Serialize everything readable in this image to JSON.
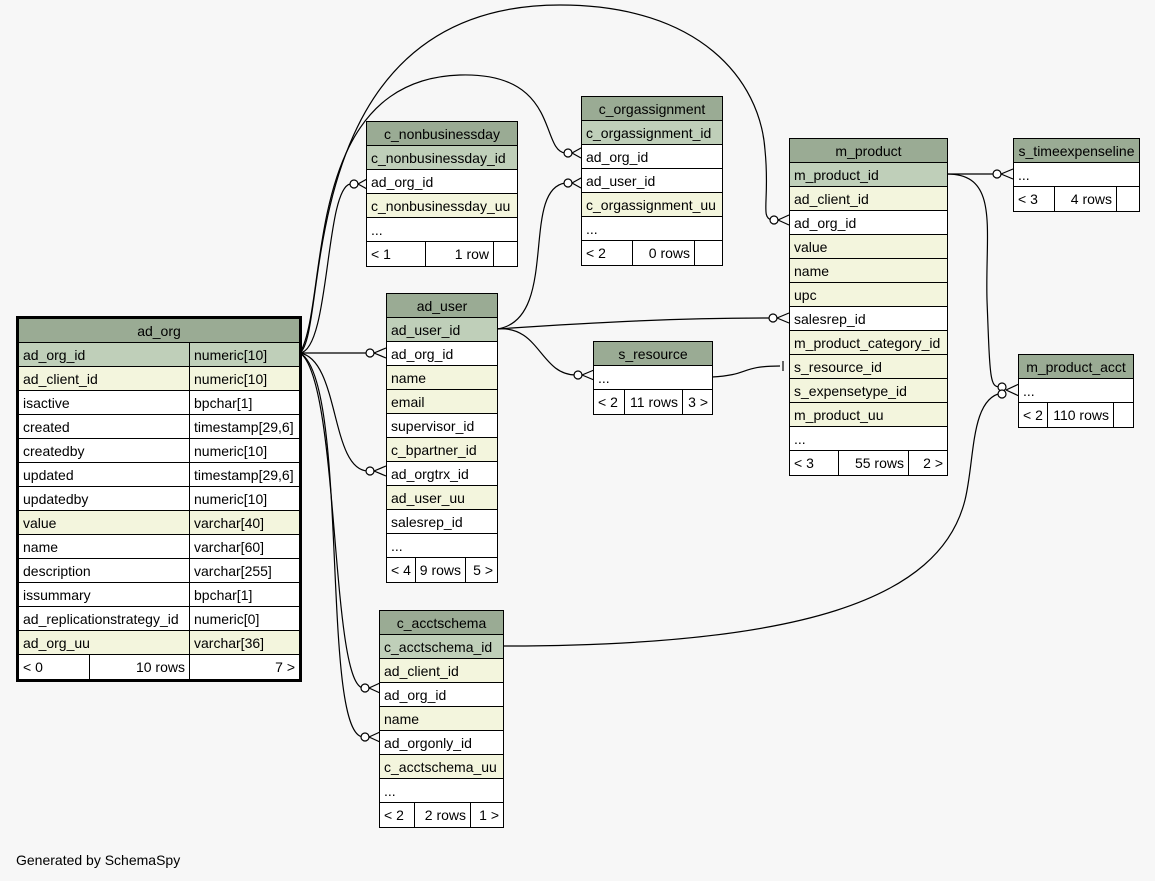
{
  "footer": "Generated by SchemaSpy",
  "colors": {
    "header": "#9aab94",
    "primary_key": "#bfcfb9",
    "foreign_key": "#f3f5dd",
    "plain": "#ffffff"
  },
  "tables": {
    "ad_org": {
      "name": "ad_org",
      "columns": [
        {
          "name": "ad_org_id",
          "type": "numeric[10]",
          "kind": "pk"
        },
        {
          "name": "ad_client_id",
          "type": "numeric[10]",
          "kind": "fk"
        },
        {
          "name": "isactive",
          "type": "bpchar[1]",
          "kind": "plain"
        },
        {
          "name": "created",
          "type": "timestamp[29,6]",
          "kind": "plain"
        },
        {
          "name": "createdby",
          "type": "numeric[10]",
          "kind": "plain"
        },
        {
          "name": "updated",
          "type": "timestamp[29,6]",
          "kind": "plain"
        },
        {
          "name": "updatedby",
          "type": "numeric[10]",
          "kind": "plain"
        },
        {
          "name": "value",
          "type": "varchar[40]",
          "kind": "fk"
        },
        {
          "name": "name",
          "type": "varchar[60]",
          "kind": "plain"
        },
        {
          "name": "description",
          "type": "varchar[255]",
          "kind": "plain"
        },
        {
          "name": "issummary",
          "type": "bpchar[1]",
          "kind": "plain"
        },
        {
          "name": "ad_replicationstrategy_id",
          "type": "numeric[0]",
          "kind": "plain"
        },
        {
          "name": "ad_org_uu",
          "type": "varchar[36]",
          "kind": "fk"
        }
      ],
      "footer": [
        "< 0",
        "10 rows",
        "7 >"
      ]
    },
    "c_nonbusinessday": {
      "name": "c_nonbusinessday",
      "columns": [
        {
          "name": "c_nonbusinessday_id",
          "kind": "pk"
        },
        {
          "name": "ad_org_id",
          "kind": "plain"
        },
        {
          "name": "c_nonbusinessday_uu",
          "kind": "fk"
        },
        {
          "name": "...",
          "kind": "plain"
        }
      ],
      "footer": [
        "< 1",
        "1 row",
        ""
      ]
    },
    "c_orgassignment": {
      "name": "c_orgassignment",
      "columns": [
        {
          "name": "c_orgassignment_id",
          "kind": "pk"
        },
        {
          "name": "ad_org_id",
          "kind": "plain"
        },
        {
          "name": "ad_user_id",
          "kind": "plain"
        },
        {
          "name": "c_orgassignment_uu",
          "kind": "fk"
        },
        {
          "name": "...",
          "kind": "plain"
        }
      ],
      "footer": [
        "< 2",
        "0 rows",
        ""
      ]
    },
    "ad_user": {
      "name": "ad_user",
      "columns": [
        {
          "name": "ad_user_id",
          "kind": "pk"
        },
        {
          "name": "ad_org_id",
          "kind": "plain"
        },
        {
          "name": "name",
          "kind": "fk"
        },
        {
          "name": "email",
          "kind": "fk"
        },
        {
          "name": "supervisor_id",
          "kind": "plain"
        },
        {
          "name": "c_bpartner_id",
          "kind": "fk"
        },
        {
          "name": "ad_orgtrx_id",
          "kind": "plain"
        },
        {
          "name": "ad_user_uu",
          "kind": "fk"
        },
        {
          "name": "salesrep_id",
          "kind": "plain"
        },
        {
          "name": "...",
          "kind": "plain"
        }
      ],
      "footer": [
        "< 4",
        "9 rows",
        "5 >"
      ]
    },
    "s_resource": {
      "name": "s_resource",
      "columns": [
        {
          "name": "...",
          "kind": "plain"
        }
      ],
      "footer": [
        "< 2",
        "11 rows",
        "3 >"
      ]
    },
    "m_product": {
      "name": "m_product",
      "columns": [
        {
          "name": "m_product_id",
          "kind": "pk"
        },
        {
          "name": "ad_client_id",
          "kind": "fk"
        },
        {
          "name": "ad_org_id",
          "kind": "plain"
        },
        {
          "name": "value",
          "kind": "fk"
        },
        {
          "name": "name",
          "kind": "fk"
        },
        {
          "name": "upc",
          "kind": "fk"
        },
        {
          "name": "salesrep_id",
          "kind": "plain"
        },
        {
          "name": "m_product_category_id",
          "kind": "fk"
        },
        {
          "name": "s_resource_id",
          "kind": "fk"
        },
        {
          "name": "s_expensetype_id",
          "kind": "fk"
        },
        {
          "name": "m_product_uu",
          "kind": "fk"
        },
        {
          "name": "...",
          "kind": "plain"
        }
      ],
      "footer": [
        "< 3",
        "55 rows",
        "2 >"
      ]
    },
    "s_timeexpenseline": {
      "name": "s_timeexpenseline",
      "columns": [
        {
          "name": "...",
          "kind": "plain"
        }
      ],
      "footer": [
        "< 3",
        "4 rows",
        ""
      ]
    },
    "m_product_acct": {
      "name": "m_product_acct",
      "columns": [
        {
          "name": "...",
          "kind": "plain"
        }
      ],
      "footer": [
        "< 2",
        "110 rows",
        ""
      ]
    },
    "c_acctschema": {
      "name": "c_acctschema",
      "columns": [
        {
          "name": "c_acctschema_id",
          "kind": "pk"
        },
        {
          "name": "ad_client_id",
          "kind": "fk"
        },
        {
          "name": "ad_org_id",
          "kind": "plain"
        },
        {
          "name": "name",
          "kind": "fk"
        },
        {
          "name": "ad_orgonly_id",
          "kind": "plain"
        },
        {
          "name": "c_acctschema_uu",
          "kind": "fk"
        },
        {
          "name": "...",
          "kind": "plain"
        }
      ],
      "footer": [
        "< 2",
        "2 rows",
        "1 >"
      ]
    }
  }
}
